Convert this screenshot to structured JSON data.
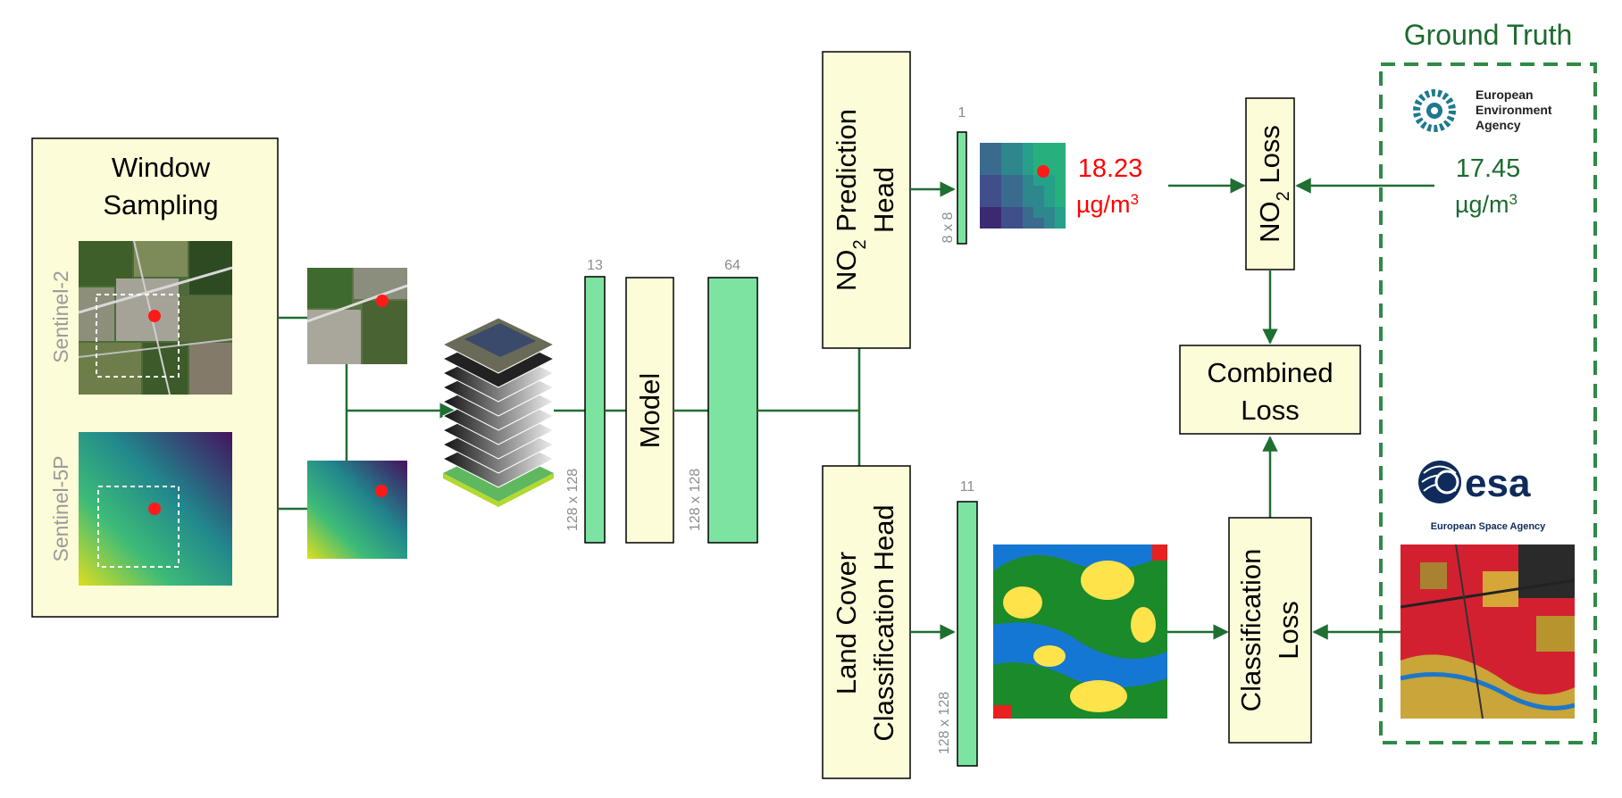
{
  "window_sampling": {
    "title_line1": "Window",
    "title_line2": "Sampling",
    "sensor_a": "Sentinel-2",
    "sensor_b": "Sentinel-5P"
  },
  "encoder": {
    "channels_in": "13",
    "size_in": "128 x 128",
    "model_label": "Model",
    "channels_out": "64",
    "size_out": "128 x 128"
  },
  "no2_head": {
    "label_prefix": "NO",
    "label_sub": "2",
    "label_suffix": " Prediction",
    "label_line2": "Head",
    "channels": "1",
    "size": "8 x 8",
    "predicted_value": "18.23",
    "predicted_unit_base": "µg/m",
    "predicted_unit_sup": "3"
  },
  "landcover_head": {
    "label_line1": "Land Cover",
    "label_line2": "Classification Head",
    "channels": "11",
    "size": "128 x 128"
  },
  "losses": {
    "no2_loss_prefix": "NO",
    "no2_loss_sub": "2",
    "no2_loss_suffix": " Loss",
    "combined_line1": "Combined",
    "combined_line2": "Loss",
    "classification_line1": "Classification",
    "classification_line2": "Loss"
  },
  "ground_truth": {
    "title": "Ground Truth",
    "eea_line1": "European",
    "eea_line2": "Environment",
    "eea_line3": "Agency",
    "measured_value": "17.45",
    "measured_unit_base": "µg/m",
    "measured_unit_sup": "3",
    "esa_logo_text": "esa",
    "esa_caption": "European Space Agency"
  },
  "colors": {
    "box_fill": "#fdfcd8",
    "tensor_fill": "#7de3a1",
    "arrow": "#1f6e32",
    "gt_border": "#2e8b47",
    "prediction_text": "#ff0000",
    "gt_text": "#1c6b2f",
    "eea_logo": "#1d7a8c",
    "esa_logo": "#0f2b5b"
  }
}
